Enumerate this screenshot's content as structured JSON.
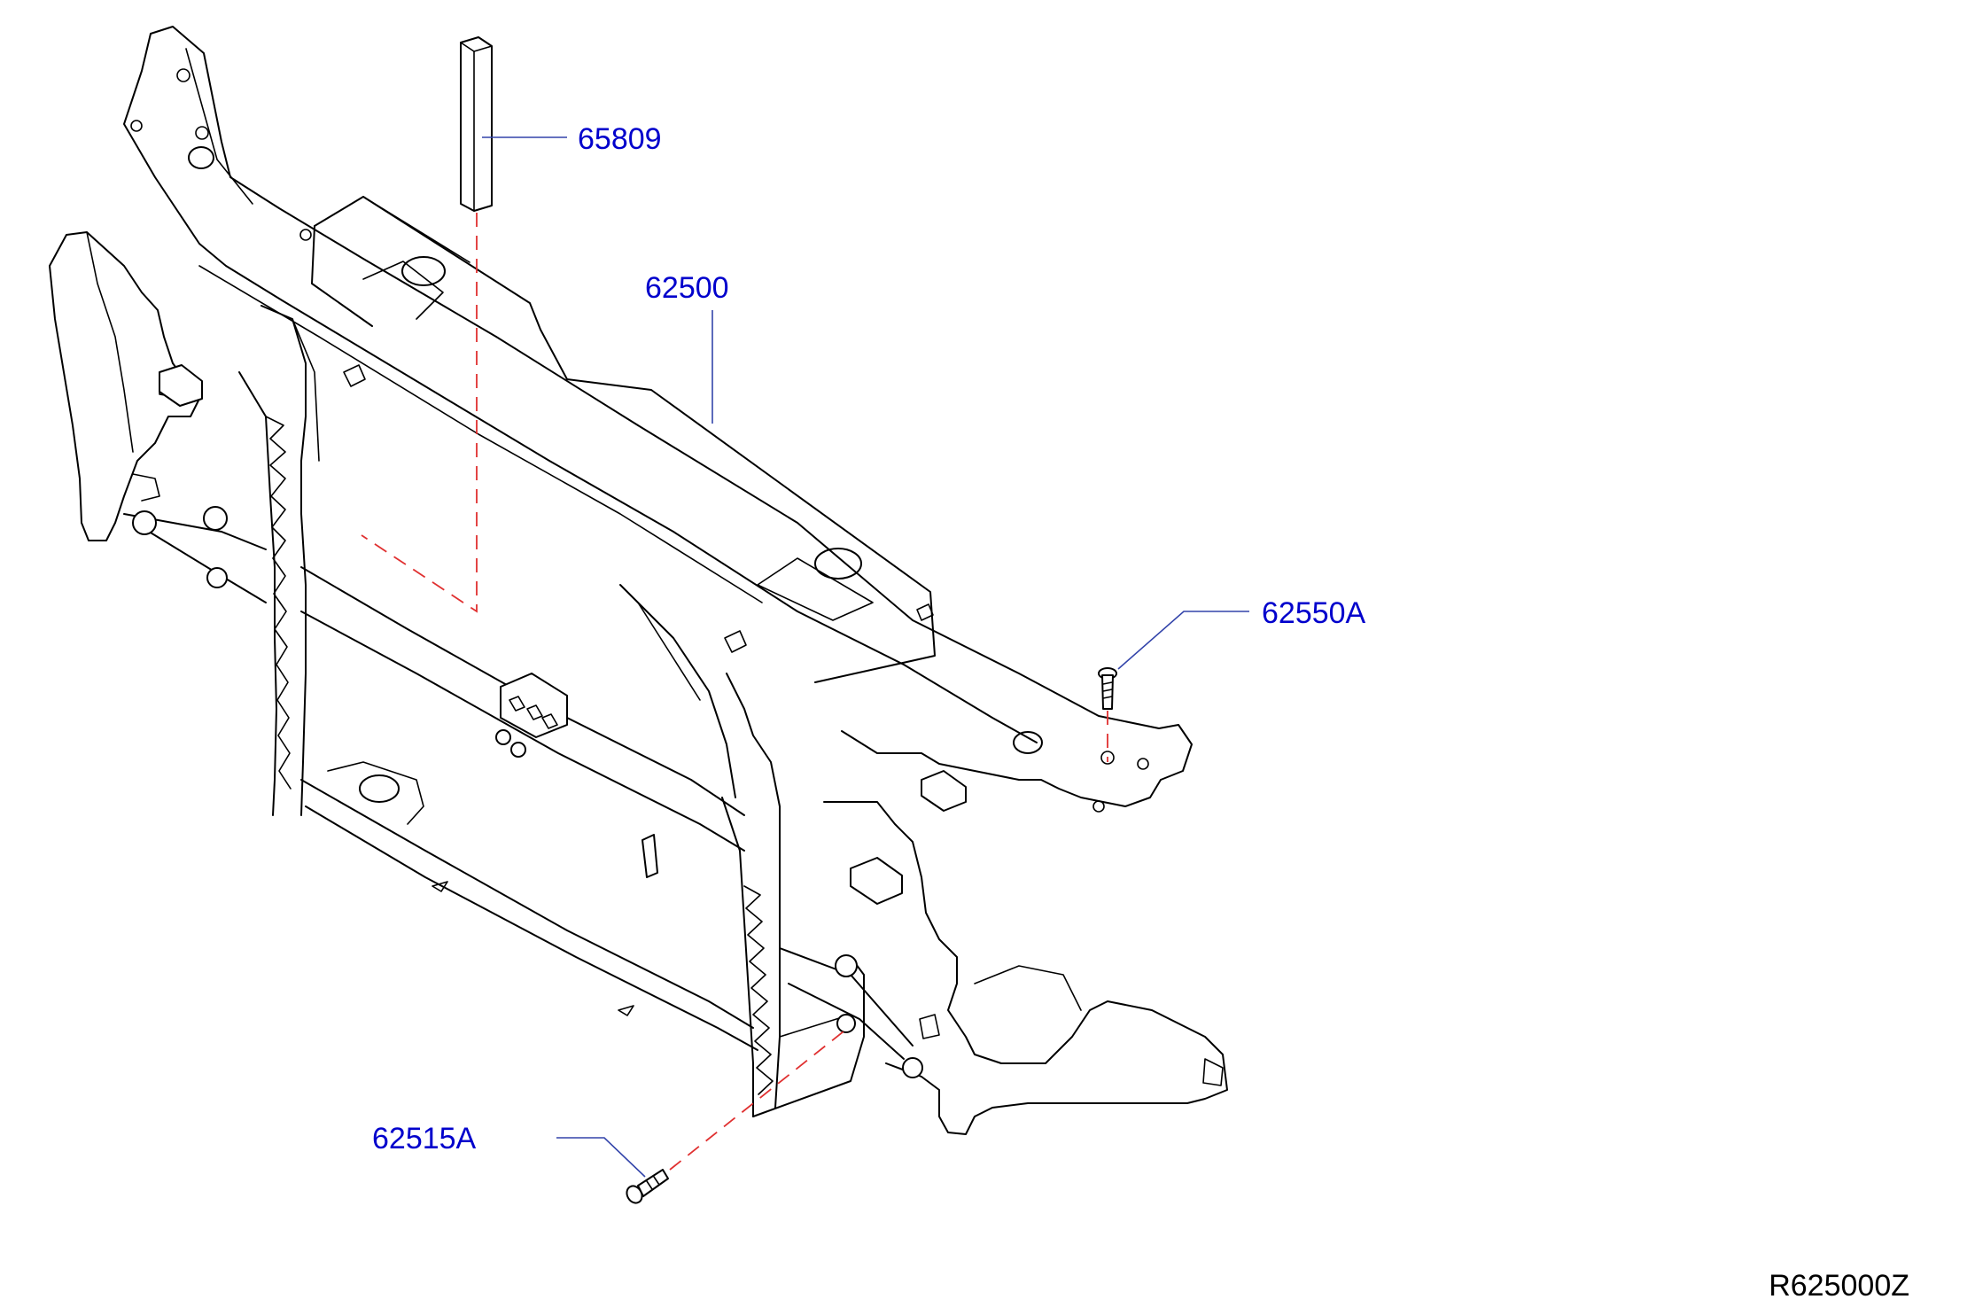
{
  "callouts": {
    "pad": "65809",
    "radiator_core_support": "62500",
    "bolt_upper": "62550A",
    "bolt_lower": "62515A"
  },
  "diagram_id": "R625000Z",
  "colors": {
    "callout_text": "#0000cc",
    "leader_line": "#3344aa",
    "dashed_guide": "#e03030",
    "drawing_line": "#000000",
    "id_text": "#000000"
  }
}
